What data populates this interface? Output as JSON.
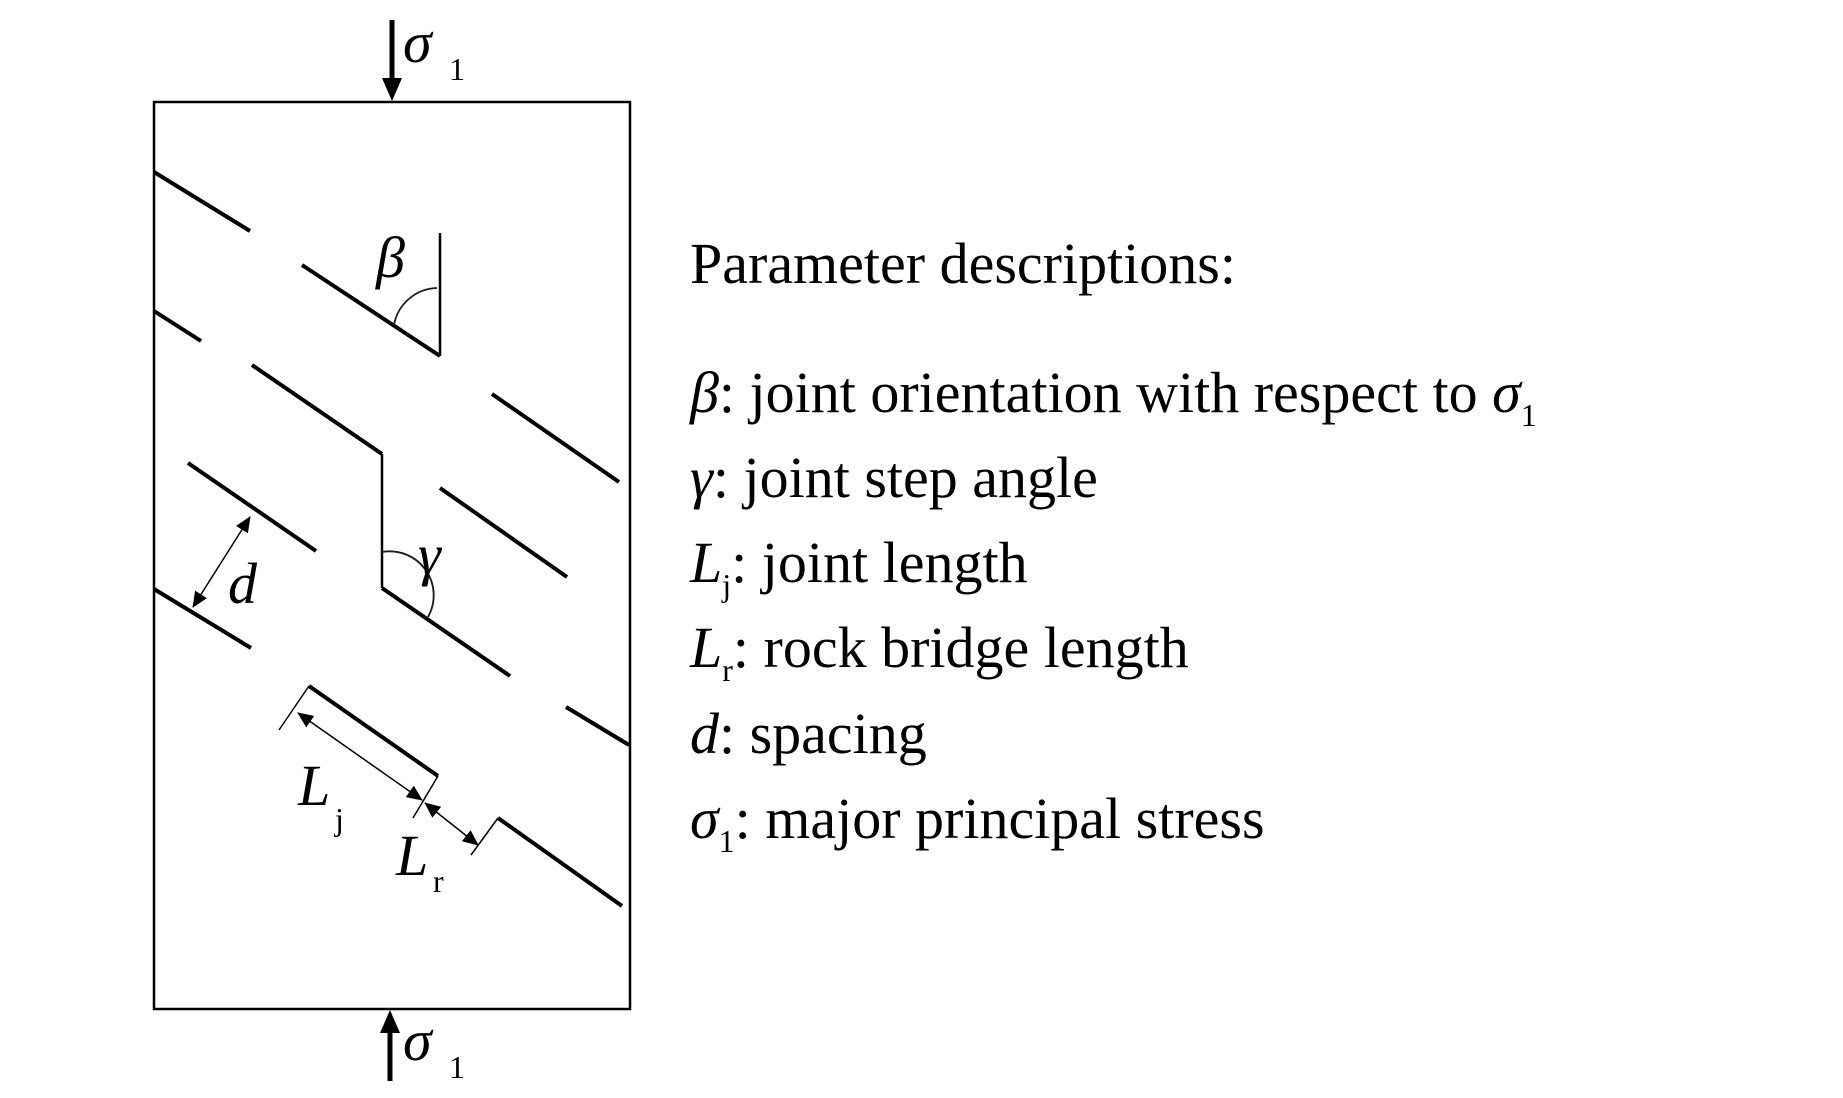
{
  "figure": {
    "labels": {
      "sigma_top": {
        "symbol": "σ",
        "subscript": "1"
      },
      "sigma_bottom": {
        "symbol": "σ",
        "subscript": "1"
      },
      "beta": {
        "symbol": "β"
      },
      "gamma": {
        "symbol": "γ"
      },
      "spacing": {
        "symbol": "d"
      },
      "joint_length": {
        "symbol": "L",
        "subscript": "j"
      },
      "rock_bridge_length": {
        "symbol": "L",
        "subscript": "r"
      }
    }
  },
  "legend": {
    "heading": "Parameter descriptions:",
    "items": [
      {
        "symbol": "β",
        "subscript": "",
        "text": ": joint orientation with respect to ",
        "trail_symbol": "σ",
        "trail_subscript": "1"
      },
      {
        "symbol": "γ",
        "subscript": "",
        "text": ": joint step angle",
        "trail_symbol": "",
        "trail_subscript": ""
      },
      {
        "symbol": "L",
        "subscript": "j",
        "text": ": joint length",
        "trail_symbol": "",
        "trail_subscript": ""
      },
      {
        "symbol": "L",
        "subscript": "r",
        "text": ": rock bridge length",
        "trail_symbol": "",
        "trail_subscript": ""
      },
      {
        "symbol": "d",
        "subscript": "",
        "text": ": spacing",
        "trail_symbol": "",
        "trail_subscript": ""
      },
      {
        "symbol": "σ",
        "subscript": "1",
        "text": ": major principal stress",
        "trail_symbol": "",
        "trail_subscript": ""
      }
    ]
  }
}
